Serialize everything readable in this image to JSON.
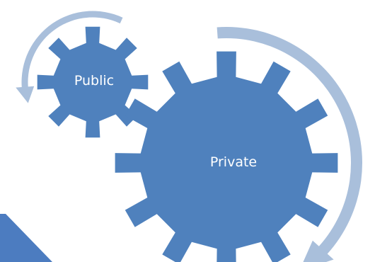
{
  "diagram": {
    "gears": [
      {
        "id": "small",
        "label": "Public"
      },
      {
        "id": "large",
        "label": "Private"
      }
    ],
    "arrows": [
      {
        "id": "small-arrow",
        "around": "small"
      },
      {
        "id": "large-arrow",
        "around": "large"
      }
    ]
  },
  "colors": {
    "gear_fill": "#4F81BD",
    "arrow_fill": "#A9BFDB",
    "corner_fill": "#4C7CC0",
    "label_color": "#FFFFFF"
  }
}
